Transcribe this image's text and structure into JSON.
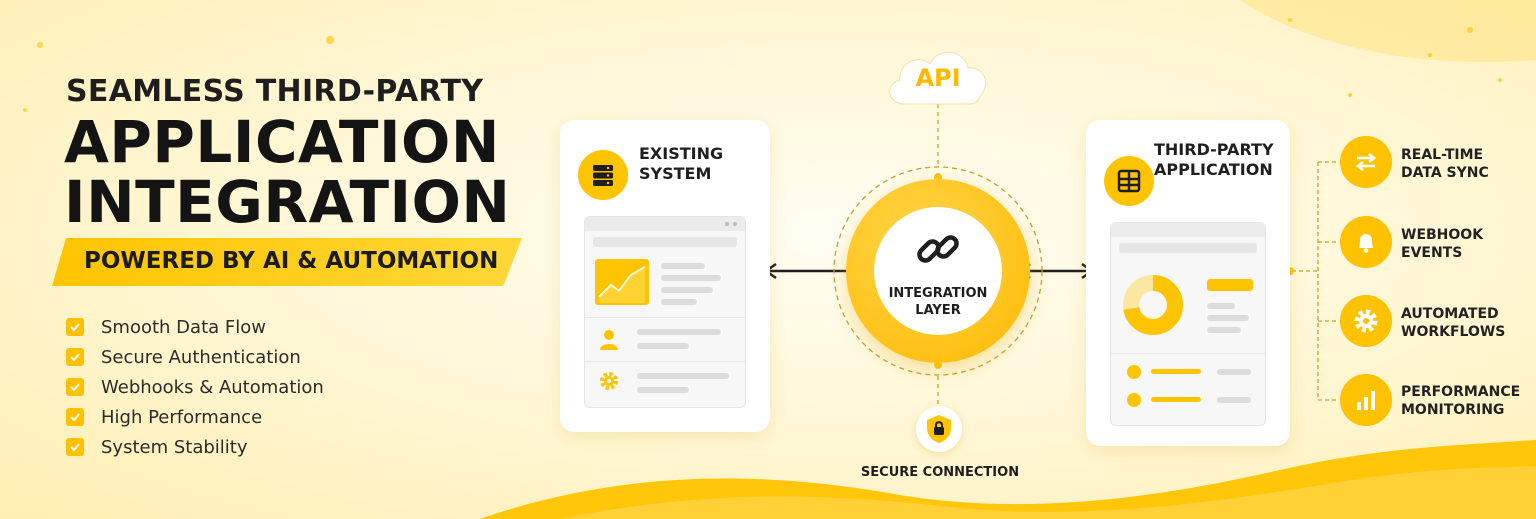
{
  "headline": {
    "subtitle": "SEAMLESS THIRD-PARTY",
    "line1": "APPLICATION",
    "line2": "INTEGRATION",
    "ribbon": "POWERED BY AI & AUTOMATION"
  },
  "features": [
    "Smooth Data Flow",
    "Secure Authentication",
    "Webhooks & Automation",
    "High Performance",
    "System Stability"
  ],
  "api": {
    "label": "API"
  },
  "existing_system": {
    "title_line1": "EXISTING",
    "title_line2": "SYSTEM"
  },
  "integration": {
    "line1": "INTEGRATION",
    "line2": "LAYER"
  },
  "third_party": {
    "title_line1": "THIRD-PARTY",
    "title_line2": "APPLICATION"
  },
  "secure": {
    "label": "SECURE CONNECTION"
  },
  "capabilities": [
    {
      "line1": "REAL-TIME",
      "line2": "DATA SYNC",
      "icon": "sync-arrows-icon"
    },
    {
      "line1": "WEBHOOK",
      "line2": "EVENTS",
      "icon": "bell-icon"
    },
    {
      "line1": "AUTOMATED",
      "line2": "WORKFLOWS",
      "icon": "gear-icon"
    },
    {
      "line1": "PERFORMANCE",
      "line2": "MONITORING",
      "icon": "bar-chart-icon"
    }
  ],
  "colors": {
    "accent": "#ffc400",
    "text": "#1e1e1e"
  }
}
